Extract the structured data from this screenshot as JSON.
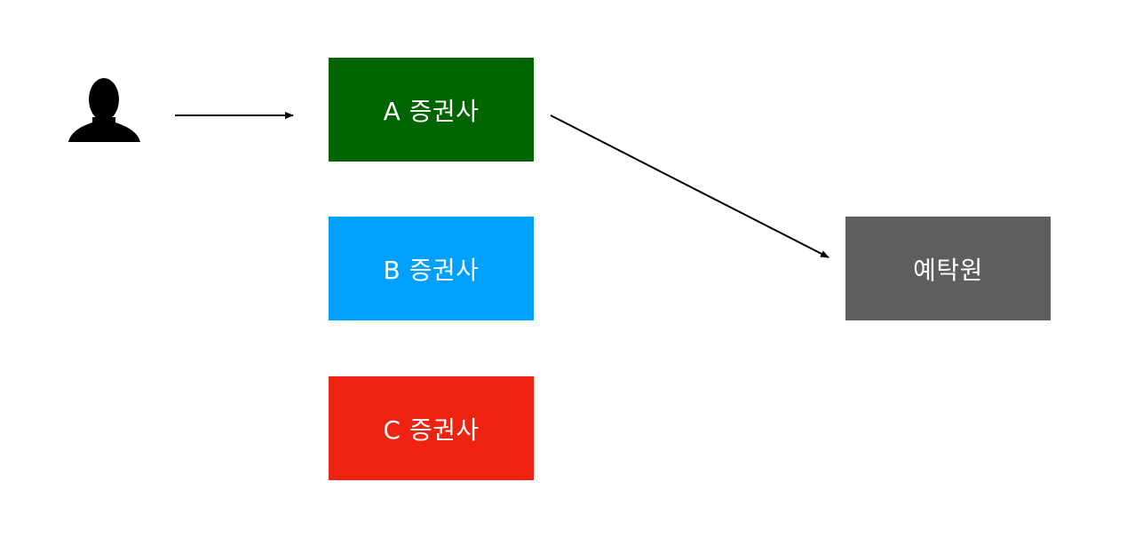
{
  "colors": {
    "user_icon": "#000000",
    "connector": "#000000"
  },
  "icons": {
    "user": "person-silhouette-icon"
  },
  "boxes": [
    {
      "id": "a",
      "label": "A 증권사",
      "color": "#006400"
    },
    {
      "id": "b",
      "label": "B 증권사",
      "color": "#00A0FF"
    },
    {
      "id": "c",
      "label": "C 증권사",
      "color": "#EE2210"
    },
    {
      "id": "d",
      "label": "예탁원",
      "color": "#5E5E5E"
    }
  ]
}
